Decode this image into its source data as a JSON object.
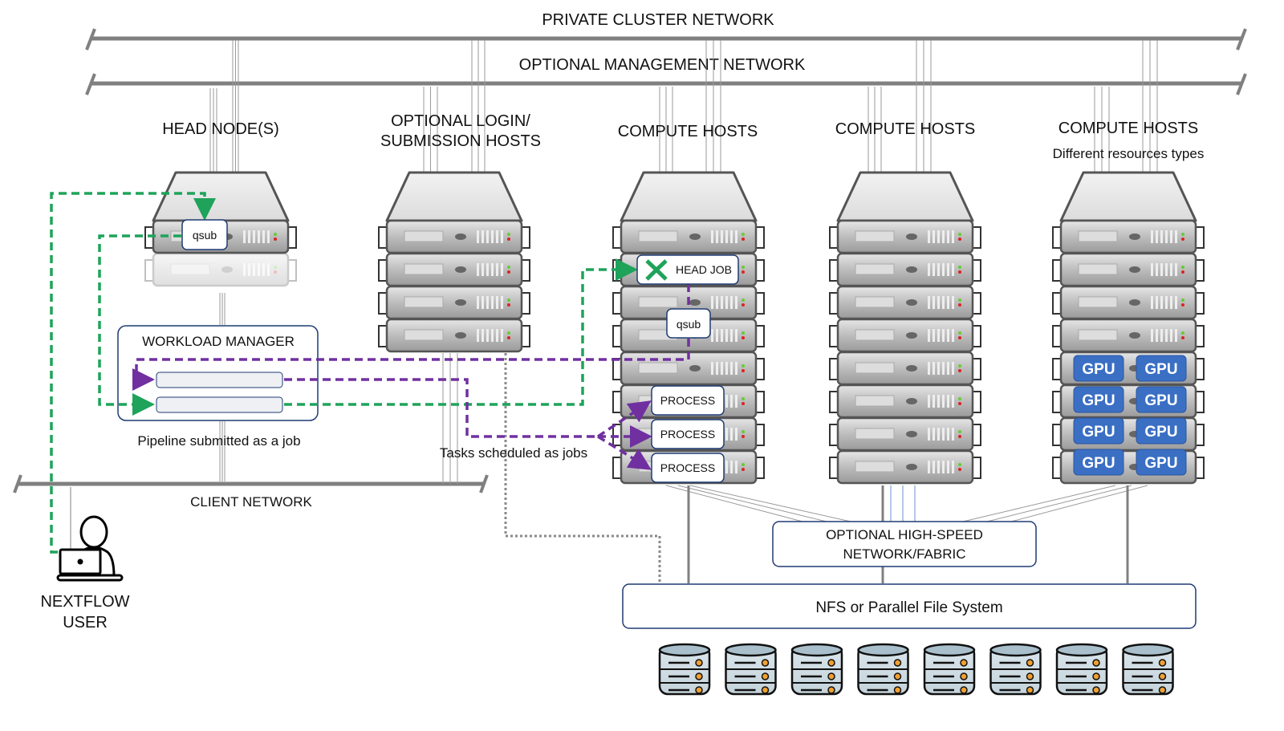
{
  "networks": {
    "private": "PRIVATE CLUSTER NETWORK",
    "management": "OPTIONAL MANAGEMENT NETWORK",
    "client": "CLIENT NETWORK",
    "fabric": [
      "OPTIONAL HIGH-SPEED",
      "NETWORK/FABRIC"
    ]
  },
  "groups": {
    "head": "HEAD NODE(S)",
    "login": [
      "OPTIONAL LOGIN/",
      "SUBMISSION HOSTS"
    ],
    "compute1": "COMPUTE HOSTS",
    "compute2": "COMPUTE HOSTS",
    "compute3": "COMPUTE HOSTS",
    "compute3_sub": "Different resources types"
  },
  "boxes": {
    "qsub_head": "qsub",
    "head_job": "HEAD JOB",
    "qsub_compute": "qsub",
    "process": [
      "PROCESS",
      "PROCESS",
      "PROCESS"
    ],
    "gpu": [
      "GPU",
      "GPU",
      "GPU",
      "GPU",
      "GPU",
      "GPU",
      "GPU",
      "GPU"
    ],
    "workload_manager": "WORKLOAD MANAGER",
    "storage": "NFS or Parallel File System"
  },
  "captions": {
    "pipeline": "Pipeline submitted as a job",
    "tasks": "Tasks scheduled as jobs",
    "user": [
      "NEXTFLOW",
      "USER"
    ]
  },
  "colors": {
    "green": "#1fa35a",
    "purple": "#7030a0",
    "box_border": "#1f3b73",
    "gpu": "#3a6fc4",
    "network": "#808080"
  },
  "disk_count": 8
}
